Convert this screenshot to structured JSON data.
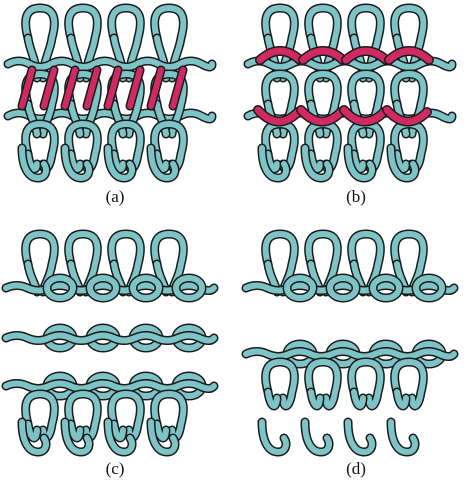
{
  "panels": [
    {
      "label": "(a)",
      "highlight": "tuck"
    },
    {
      "label": "(b)",
      "highlight": "float"
    },
    {
      "label": "(c)",
      "highlight": "none"
    },
    {
      "label": "(d)",
      "highlight": "none"
    }
  ],
  "colors": {
    "yarn": "#7ec4c7",
    "outline": "#1b1b1b",
    "highlight": "#d12a63",
    "background": "#ffffff"
  }
}
